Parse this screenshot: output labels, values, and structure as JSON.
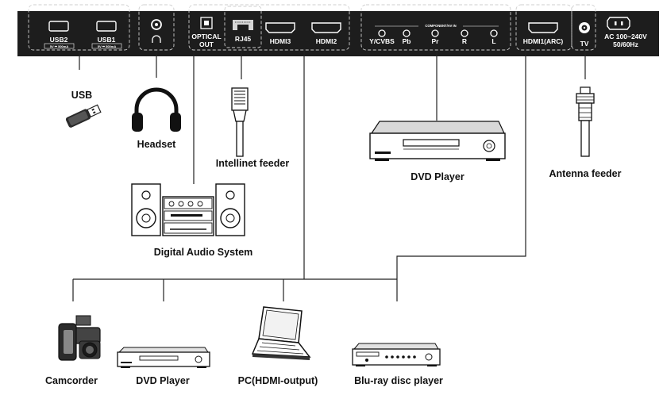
{
  "panel": {
    "usb2": "USB2",
    "usb1": "USB1",
    "usb2_rating": "5V ⎓ 500mA",
    "usb1_rating": "5V ⎓ 500mA",
    "optical_line1": "OPTICAL",
    "optical_line2": "OUT",
    "rj45": "RJ45",
    "hdmi3": "HDMI3",
    "hdmi2": "HDMI2",
    "component_header": "COMPONENT/AV IN",
    "ycvbs": "Y/CVBS",
    "pb": "Pb",
    "pr": "Pr",
    "r": "R",
    "l": "L",
    "hdmi1_arc": "HDMI1(ARC)",
    "tv": "TV",
    "ac_line1": "AC 100~240V",
    "ac_line2": "50/60Hz"
  },
  "devices": {
    "usb": "USB",
    "headset": "Headset",
    "intellinet_feeder": "Intellinet feeder",
    "dvd_player_top": "DVD Player",
    "antenna_feeder": "Antenna feeder",
    "digital_audio_system": "Digital Audio System",
    "camcorder": "Camcorder",
    "dvd_player_bottom": "DVD Player",
    "pc": "PC(HDMI-output)",
    "bluray": "Blu-ray disc player"
  },
  "icons": {
    "usb_port": "usb-port-icon",
    "headphone_jack": "headphone-jack-icon",
    "optical_port": "optical-port-icon",
    "ethernet_port": "ethernet-port-icon",
    "hdmi_port": "hdmi-port-icon",
    "rca_jack": "rca-jack-icon",
    "coax_port": "coax-port-icon",
    "power_inlet": "power-inlet-icon",
    "usb_stick": "usb-stick-icon",
    "headphones": "headphones-icon",
    "ethernet_plug": "ethernet-plug-icon",
    "dvd_player": "dvd-player-icon",
    "antenna_plug": "antenna-plug-icon",
    "hifi_system": "hifi-system-icon",
    "camcorder": "camcorder-icon",
    "laptop": "laptop-icon",
    "bluray_player": "bluray-player-icon"
  },
  "colors": {
    "panel": "#1d1d1d",
    "label_text": "#111111",
    "group_border": "#cfcfcf"
  }
}
